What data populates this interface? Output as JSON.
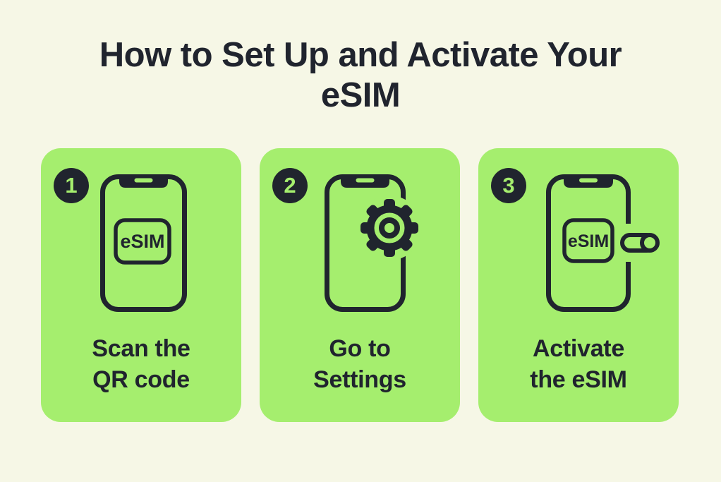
{
  "page": {
    "background_color": "#f6f7e6",
    "card_color": "#a5ee6e",
    "ink_color": "#20242e"
  },
  "title": {
    "line1": "How to Set Up and Activate Your",
    "line2": "eSIM"
  },
  "steps": [
    {
      "number": "1",
      "icon": "phone-esim-icon",
      "esim_label": "eSIM",
      "caption_line1": "Scan the",
      "caption_line2": "QR code"
    },
    {
      "number": "2",
      "icon": "phone-settings-gear-icon",
      "caption_line1": "Go to",
      "caption_line2": "Settings"
    },
    {
      "number": "3",
      "icon": "phone-esim-toggle-icon",
      "esim_label": "eSIM",
      "caption_line1": "Activate",
      "caption_line2": "the eSIM"
    }
  ]
}
